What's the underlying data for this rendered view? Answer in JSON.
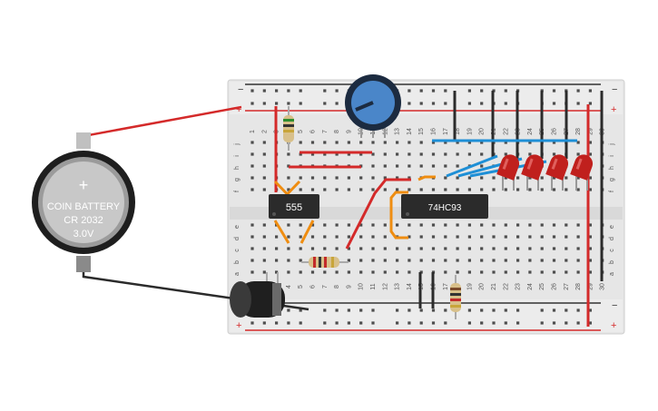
{
  "battery": {
    "line1": "COIN BATTERY",
    "line2": "CR 2032",
    "line3": "3.0V",
    "plus_symbol": "+"
  },
  "breadboard": {
    "rail_minus": "−",
    "rail_plus": "+",
    "row_letters_top": [
      "j",
      "i",
      "h",
      "g",
      "f"
    ],
    "row_letters_bottom": [
      "e",
      "d",
      "c",
      "b",
      "a"
    ],
    "column_numbers": [
      "1",
      "2",
      "3",
      "4",
      "5",
      "6",
      "7",
      "8",
      "9",
      "10",
      "11",
      "12",
      "13",
      "14",
      "15",
      "16",
      "17",
      "18",
      "19",
      "20",
      "21",
      "22",
      "23",
      "24",
      "25",
      "26",
      "27",
      "28",
      "29",
      "30"
    ]
  },
  "chips": {
    "timer_label": "555",
    "counter_label": "74HC93"
  },
  "components": {
    "led_count": 4,
    "led_color": "#c0201d",
    "wire_red": "#d42a2a",
    "wire_black": "#2b2b2b",
    "wire_blue": "#1e8fd6",
    "wire_orange": "#ef8d11"
  }
}
